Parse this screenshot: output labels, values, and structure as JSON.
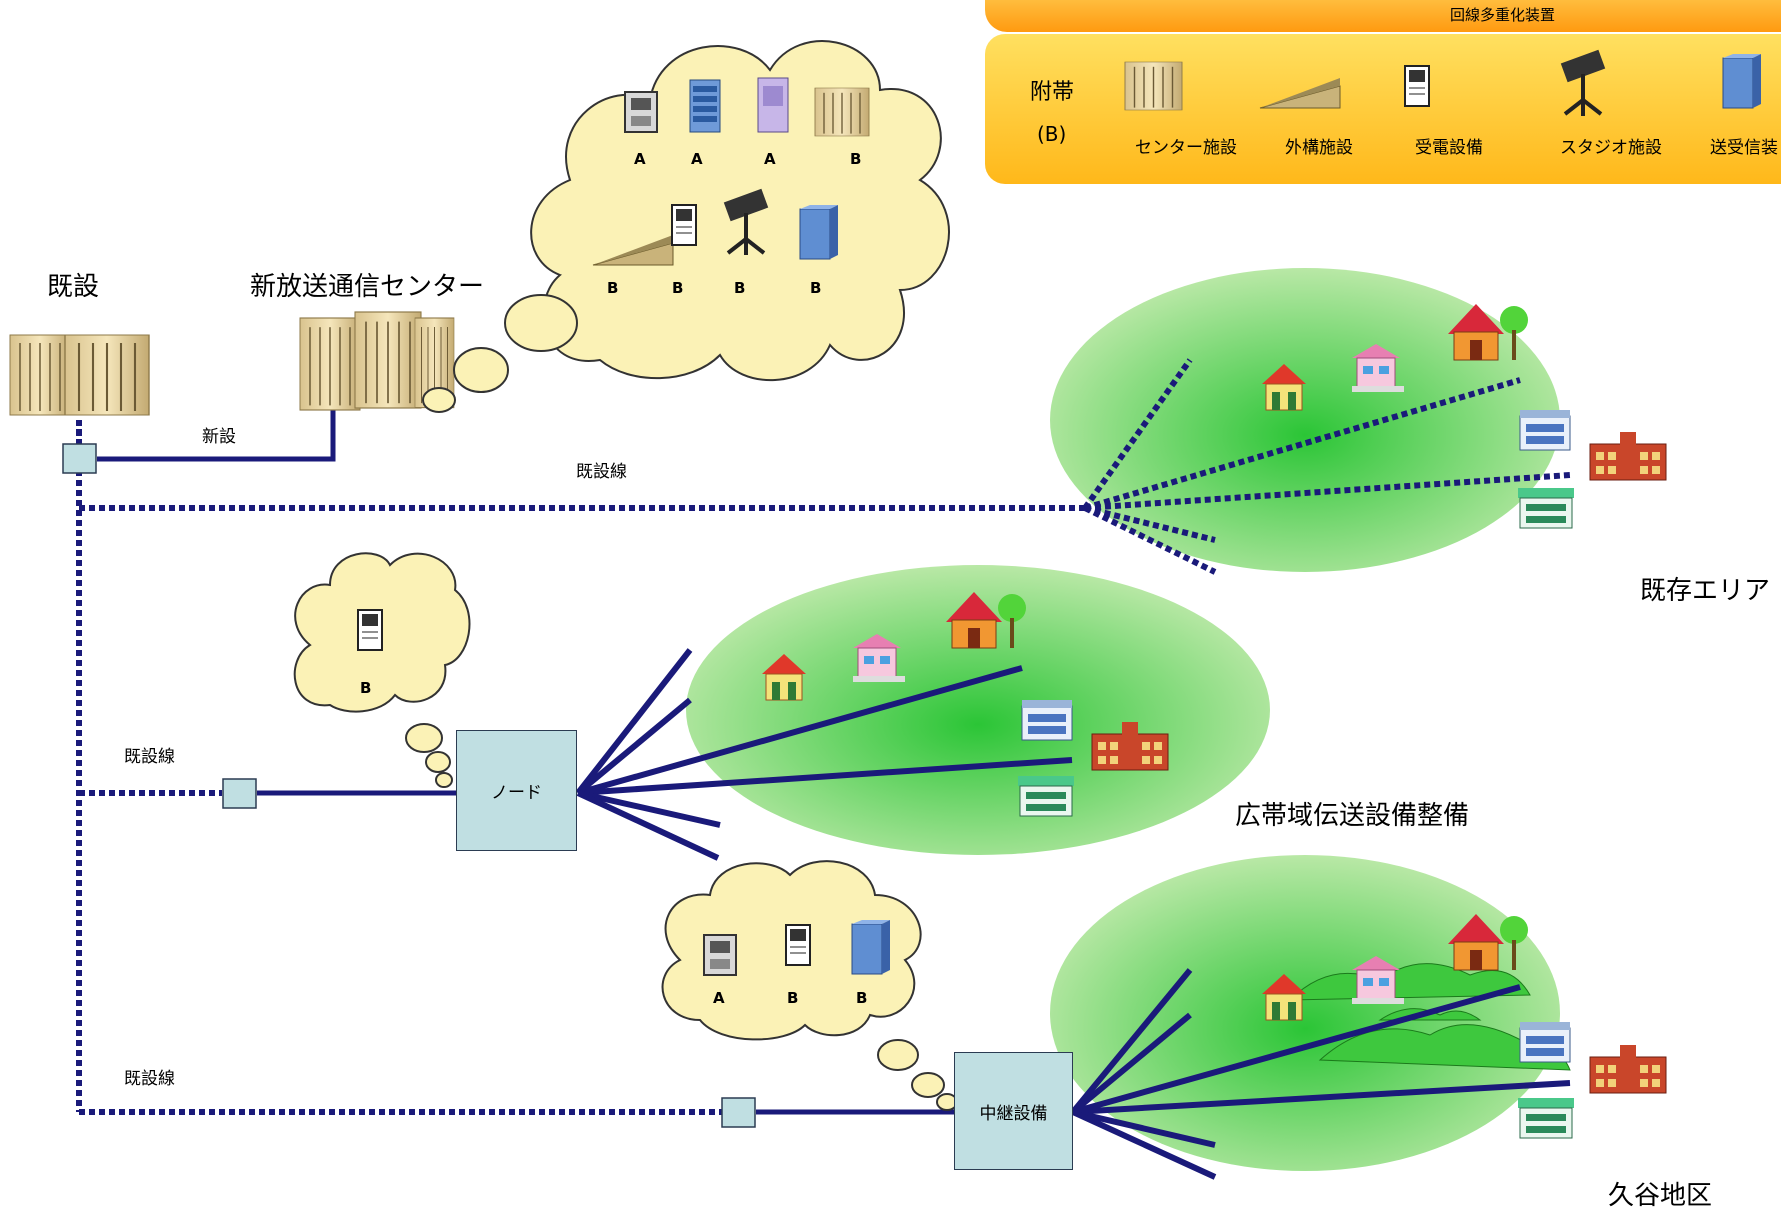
{
  "legend": {
    "top_caption": "回線多重化装置",
    "group_label": "附帯",
    "group_code": "(B)",
    "items": [
      "センター施設",
      "外構施設",
      "受電設備",
      "スタジオ施設",
      "送受信装"
    ]
  },
  "labels": {
    "existing": "既設",
    "new_center": "新放送通信センター",
    "new_line": "新設",
    "existing_line_top": "既設線",
    "existing_line_mid": "既設線",
    "existing_line_bottom": "既設線",
    "existing_area": "既存エリア",
    "broadband": "広帯域伝送設備整備",
    "kutani": "久谷地区"
  },
  "boxes": {
    "node": "ノード",
    "relay": "中継設備"
  },
  "clouds": {
    "center_row1": [
      "A",
      "A",
      "A",
      "B"
    ],
    "center_row2": [
      "B",
      "B",
      "B",
      "B"
    ],
    "node": [
      "B"
    ],
    "relay": [
      "A",
      "B",
      "B"
    ]
  },
  "colors": {
    "line": "#1a1a7a",
    "cloud": "#fbf2b6",
    "area": "#34c23c",
    "box": "#c0dfe2",
    "legend": "#ffc22a"
  }
}
